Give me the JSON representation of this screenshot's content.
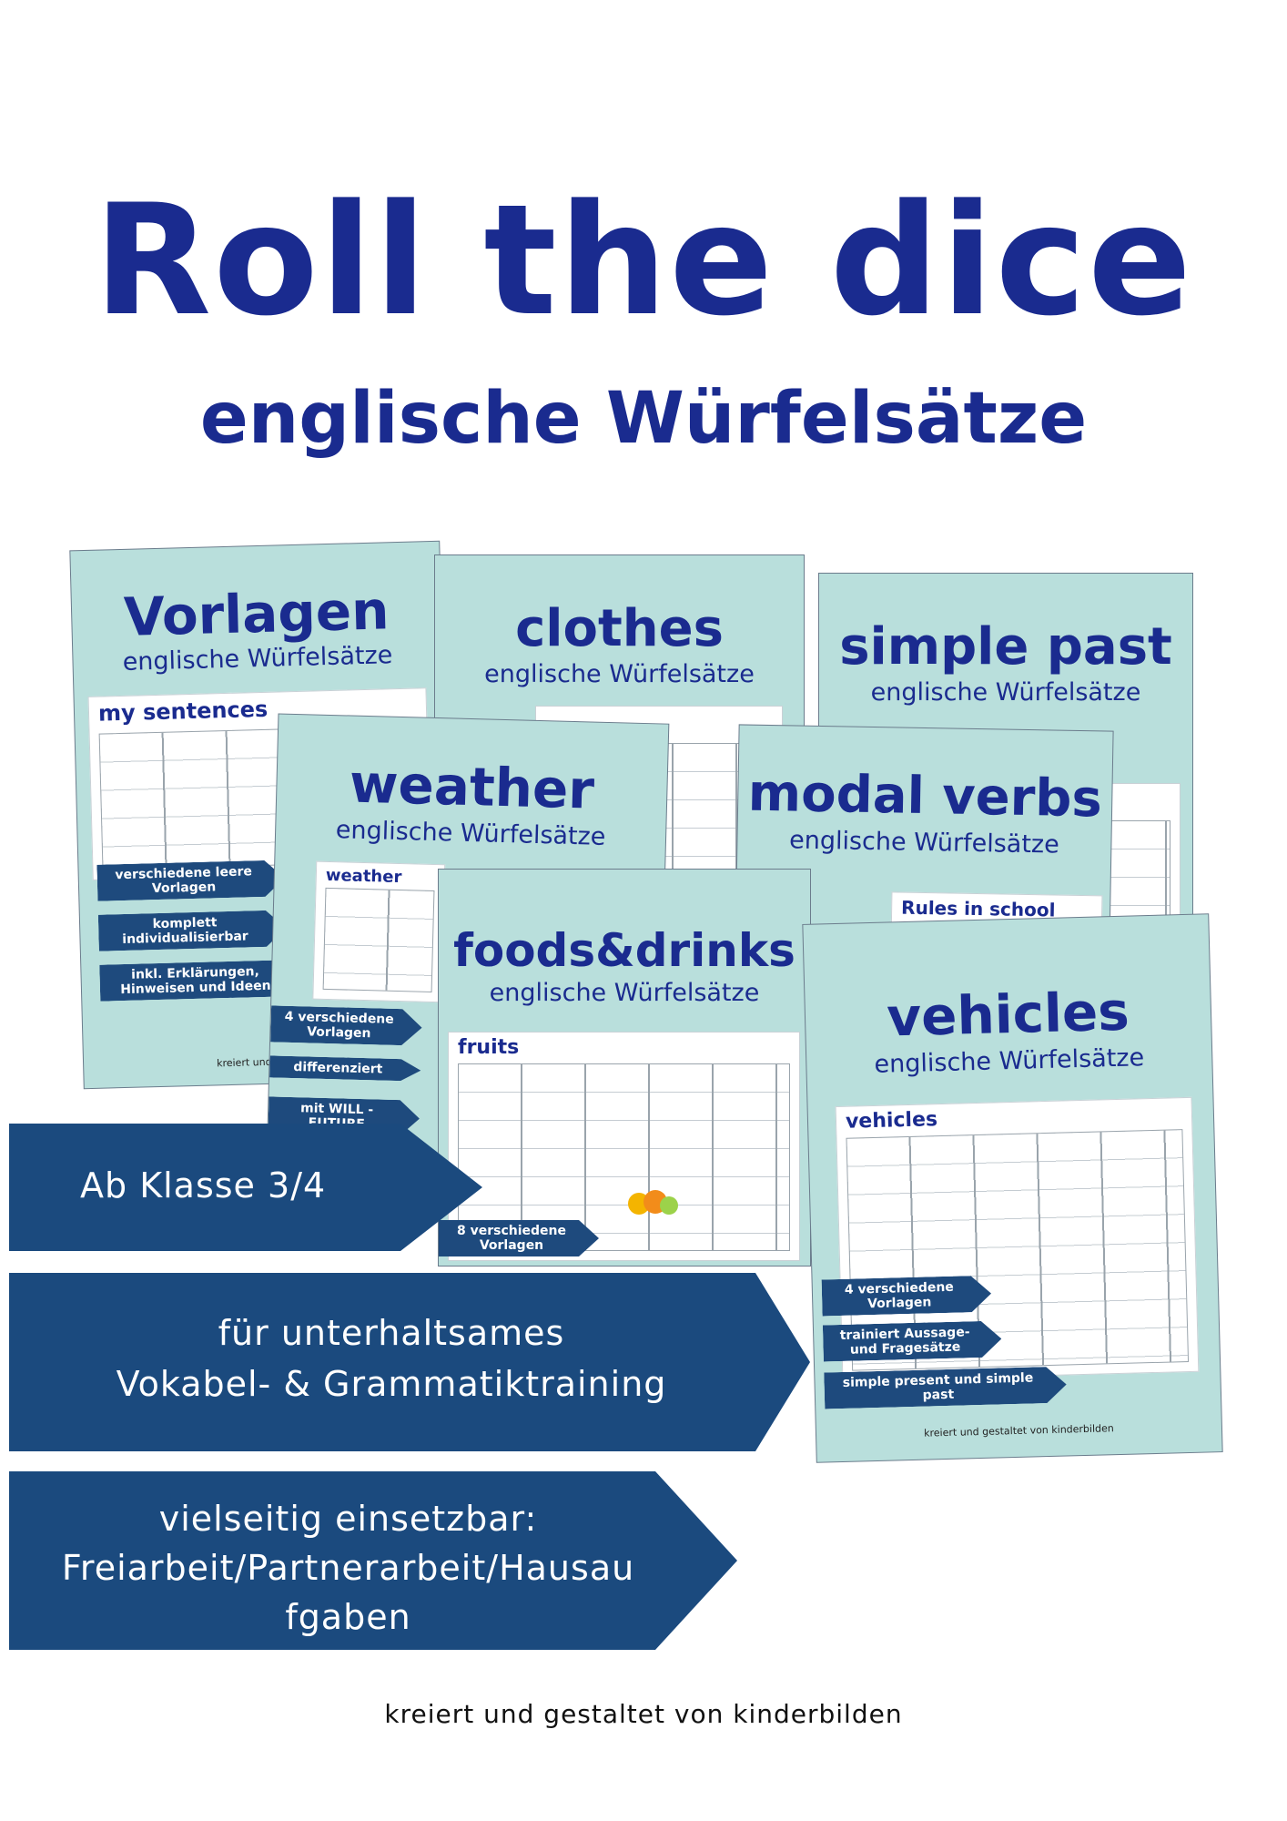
{
  "header": {
    "title": "Roll the dice",
    "subtitle": "englische Würfelsätze"
  },
  "cards": [
    {
      "title": "Vorlagen",
      "subtitle": "englische Würfelsätze",
      "sheet_title": "my sentences",
      "features": [
        "verschiedene leere Vorlagen",
        "komplett individualisierbar",
        "inkl. Erklärungen, Hinweisen und Ideen"
      ],
      "credit": "kreiert und gestaltet"
    },
    {
      "title": "clothes",
      "subtitle": "englische Würfelsätze"
    },
    {
      "title": "simple past",
      "subtitle": "englische Würfelsätze"
    },
    {
      "title": "weather",
      "subtitle": "englische Würfelsätze",
      "sheet_title": "weather",
      "features": [
        "4 verschiedene Vorlagen",
        "differenziert",
        "mit WILL - FUTURE"
      ]
    },
    {
      "title": "modal verbs",
      "subtitle": "englische Würfelsätze",
      "sheet_title": "Rules in school"
    },
    {
      "title": "foods&drinks",
      "subtitle": "englische Würfelsätze",
      "sheet_title": "fruits",
      "features": [
        "8 verschiedene Vorlagen"
      ]
    },
    {
      "title": "vehicles",
      "subtitle": "englische Würfelsätze",
      "sheet_title": "vehicles",
      "features": [
        "4 verschiedene Vorlagen",
        "trainiert Aussage- und Fragesätze",
        "simple present und simple past"
      ],
      "credit": "kreiert und gestaltet von kinderbilden"
    }
  ],
  "banners": {
    "grade": "Ab Klasse 3/4",
    "purpose_line1": "für unterhaltsames",
    "purpose_line2": "Vokabel- & Grammatiktraining",
    "usage_line1": "vielseitig einsetzbar:",
    "usage_line2": "Freiarbeit/Partnerarbeit/Hausau",
    "usage_line3": "fgaben"
  },
  "footer": "kreiert und gestaltet von kinderbilden",
  "colors": {
    "title_blue": "#1a2b8f",
    "banner_blue": "#1b4a7e",
    "card_mint": "#b9dfdc"
  }
}
